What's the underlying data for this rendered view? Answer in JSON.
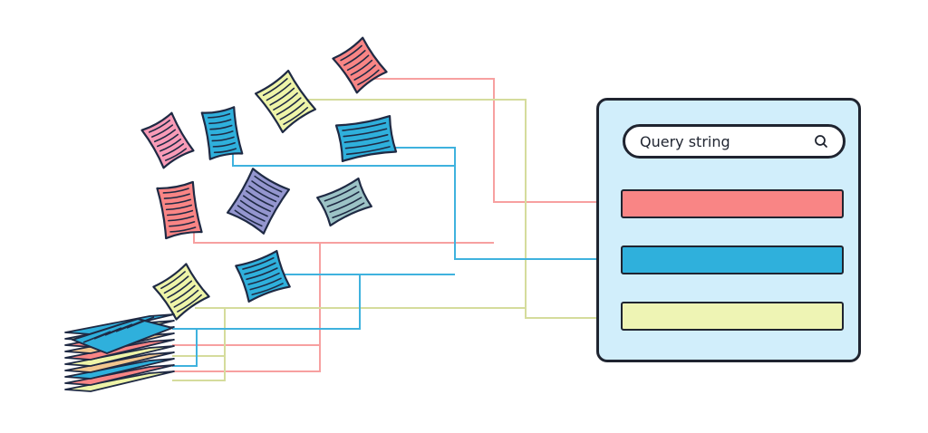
{
  "search": {
    "query": "Query string",
    "icon": "search-icon"
  },
  "results": [
    {
      "name": "result-red",
      "color": "#f98585"
    },
    {
      "name": "result-blue",
      "color": "#2fb0dc"
    },
    {
      "name": "result-yellow",
      "color": "#eef4b4"
    }
  ],
  "documents": [
    {
      "name": "document-red-top",
      "color": "#f98585"
    },
    {
      "name": "document-yellow-top",
      "color": "#eef4a8"
    },
    {
      "name": "document-pink",
      "color": "#f89bb7"
    },
    {
      "name": "document-blue-left",
      "color": "#2fb0dc"
    },
    {
      "name": "document-blue-right",
      "color": "#2fb0dc"
    },
    {
      "name": "document-red-middle",
      "color": "#f98585"
    },
    {
      "name": "document-purple",
      "color": "#9496cf"
    },
    {
      "name": "document-gray",
      "color": "#9cc3c6"
    },
    {
      "name": "document-yellow-bottom",
      "color": "#eef4a8"
    },
    {
      "name": "document-blue-bottom",
      "color": "#2fb0dc"
    }
  ],
  "line_colors": {
    "red": "#f7a0a0",
    "blue": "#3fb2de",
    "yellow": "#d5dc9c"
  },
  "stack_colors": [
    "#eef4a8",
    "#f98585",
    "#2fb0dc",
    "#f1c68f",
    "#eef4a8",
    "#f98585",
    "#f1c68f",
    "#f98585",
    "#eef4a8",
    "#2fb0dc"
  ]
}
